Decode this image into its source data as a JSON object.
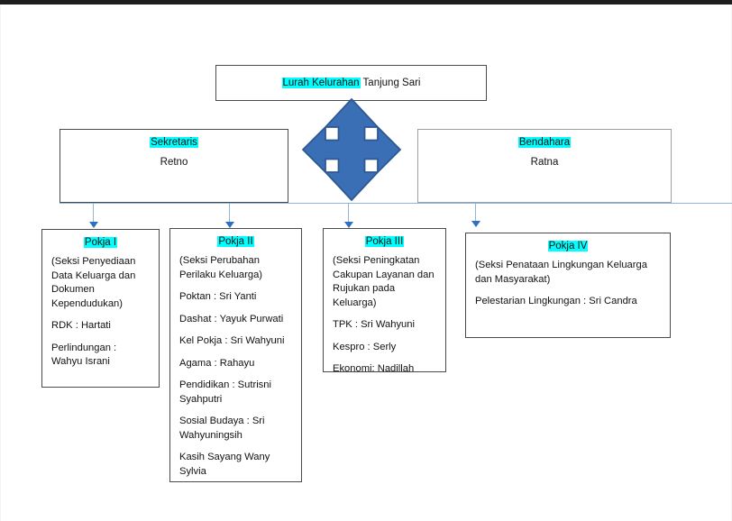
{
  "document": {
    "type": "organizational-chart",
    "language": "id"
  },
  "head_box": {
    "highlight": "Lurah Kelurahan",
    "rest": " Tanjung Sari"
  },
  "center_icon": {
    "name": "four-way-arrow-icon",
    "fill": "#3a6fb5",
    "stroke": "#2d5894"
  },
  "row2": {
    "left": {
      "title": "Sekretaris",
      "name": "Retno"
    },
    "right": {
      "title": "Bendahara",
      "name": "Ratna"
    }
  },
  "pokja": [
    {
      "title": "Pokja I",
      "lines": [
        "(Seksi Penyediaan Data Keluarga dan Dokumen Kependudukan)",
        "RDK : Hartati",
        "Perlindungan : Wahyu Israni"
      ]
    },
    {
      "title": "Pokja II",
      "lines": [
        "(Seksi Perubahan Perilaku Keluarga)",
        "Poktan : Sri Yanti",
        "Dashat : Yayuk Purwati",
        "Kel Pokja : Sri Wahyuni",
        "Agama : Rahayu",
        "Pendidikan : Sutrisni Syahputri",
        "Sosial Budaya : Sri Wahyuningsih",
        "Kasih Sayang Wany Sylvia"
      ]
    },
    {
      "title": "Pokja III",
      "lines": [
        "(Seksi Peningkatan Cakupan Layanan dan Rujukan pada Keluarga)",
        "TPK : Sri Wahyuni",
        "Kespro : Serly",
        "Ekonomi: Nadillah"
      ]
    },
    {
      "title": "Pokja IV",
      "lines": [
        "(Seksi Penataan Lingkungan Keluarga dan Masyarakat)",
        "Pelestarian Lingkungan : Sri Candra"
      ]
    }
  ],
  "colors": {
    "highlight": "#00ffff",
    "arrow_blue": "#3a6fb5",
    "connector": "#93b6d8",
    "box_border": "#4a4a4a"
  }
}
